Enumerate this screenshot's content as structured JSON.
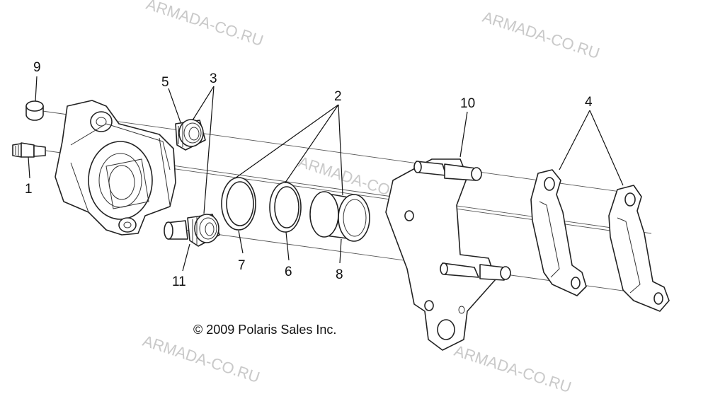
{
  "callouts": {
    "p1": "1",
    "p2": "2",
    "p3": "3",
    "p4": "4",
    "p5": "5",
    "p6": "6",
    "p7": "7",
    "p8": "8",
    "p9": "9",
    "p10": "10",
    "p11": "11"
  },
  "copyright": "© 2009 Polaris Sales Inc.",
  "watermark": "ARMADA-CO.RU",
  "colors": {
    "line": "#222222",
    "watermark": "#c9c9c9",
    "background": "#ffffff"
  }
}
